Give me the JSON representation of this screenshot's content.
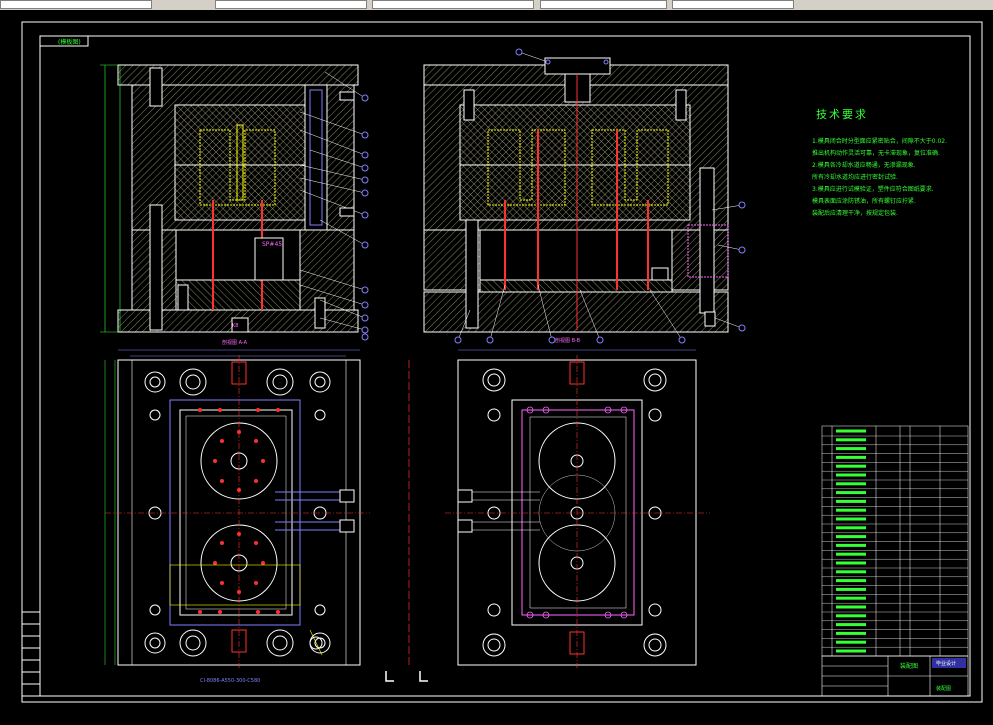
{
  "toolbar": {
    "title": "Drawing toolbar"
  },
  "drawing": {
    "frame_tag": "(模板图)",
    "section_a": "剖视图 A-A",
    "section_b": "剖视图 B-B",
    "sprue_label": "SP#45",
    "bottom_label": "CI-8086-A550-300-C580",
    "gate_label": "K8"
  },
  "tech_requirements": {
    "title": "技术要求",
    "lines": [
      "1.模具闭合时分型面应紧密贴合，间隙不大于0.02.",
      "推出机构动作灵活可靠，无卡滞现象，复位准确.",
      "2.模具各冷却水道应畅通，无渗漏现象.",
      "所有冷却水道均应进行密封试验.",
      "3.模具应进行试模验证，塑件应符合图纸要求.",
      "模具表面应涂防锈油，所有螺钉应拧紧.",
      "装配后应清理干净，按规定包装."
    ]
  },
  "title_block": {
    "drawing_name": "装配图",
    "sub_label": "装配图",
    "company": "毕业设计"
  },
  "colors": {
    "outline": "#ffffff",
    "hatch": "#b8b890",
    "cavity": "#ffff00",
    "pin": "#ff3030",
    "callout": "#8080ff",
    "text": "#35ff35",
    "center": "#ff3030",
    "water": "#00ffff"
  }
}
